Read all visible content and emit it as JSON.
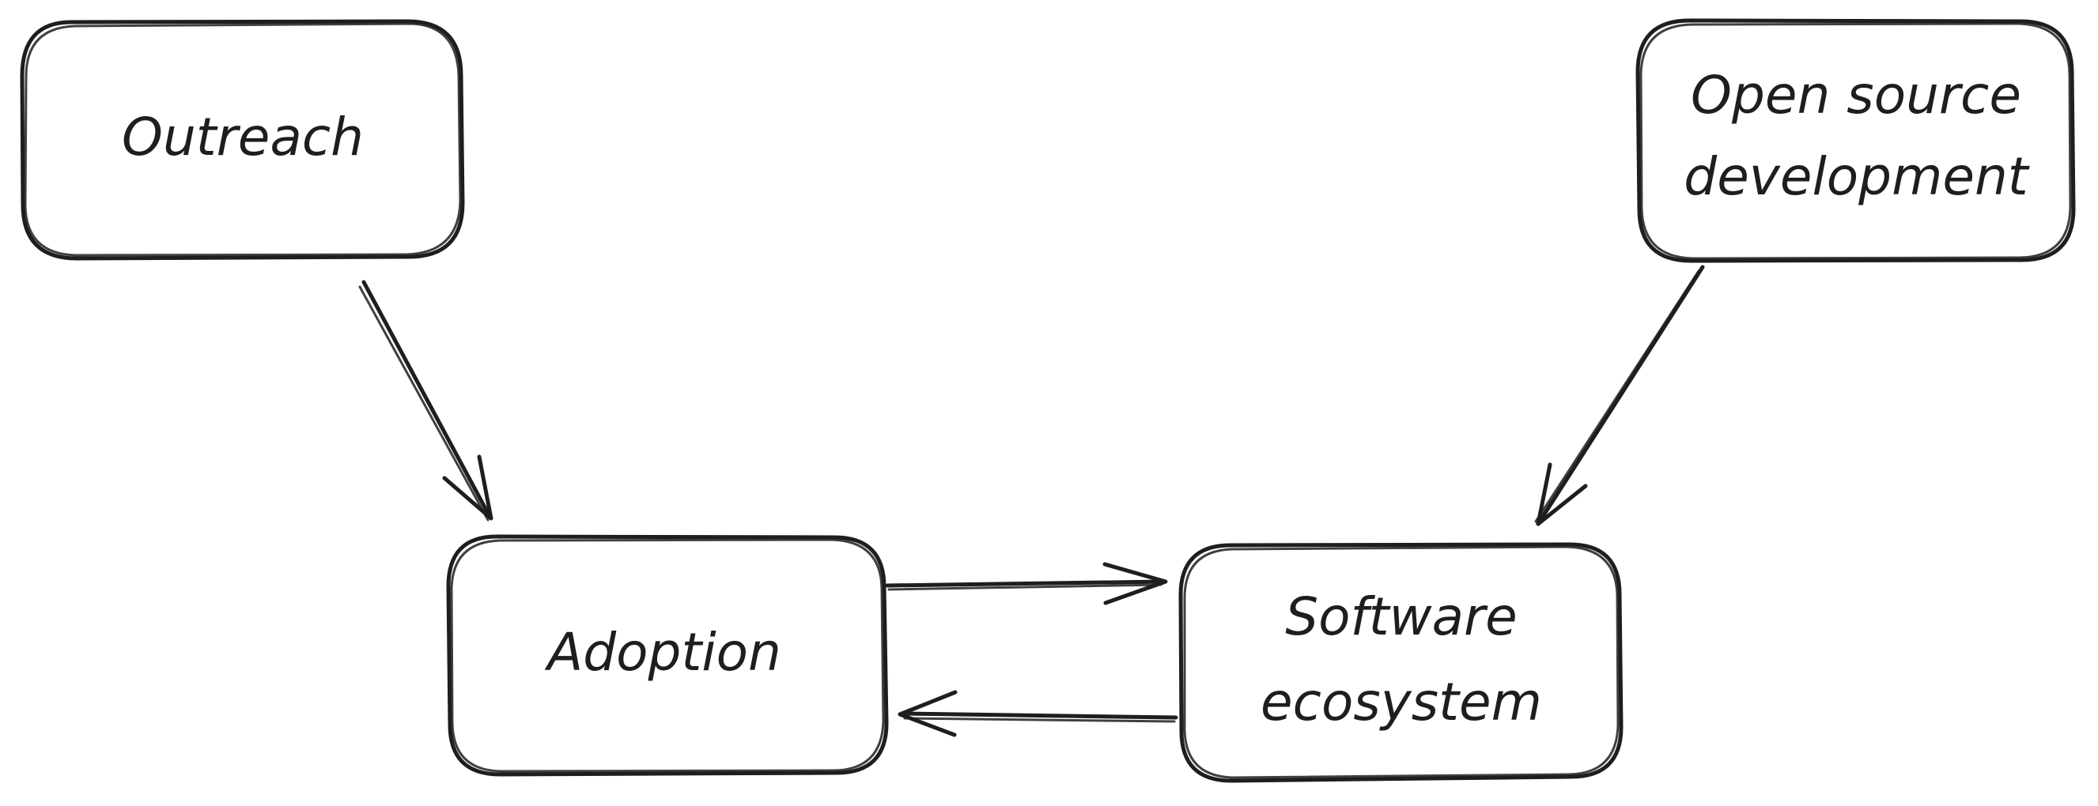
{
  "diagram": {
    "nodes": {
      "outreach": {
        "label": "Outreach"
      },
      "open_source_development": {
        "label_line1": "Open source",
        "label_line2": "development"
      },
      "adoption": {
        "label": "Adoption"
      },
      "software_ecosystem": {
        "label_line1": "Software",
        "label_line2": "ecosystem"
      }
    },
    "edges": [
      {
        "from": "Outreach",
        "to": "Adoption"
      },
      {
        "from": "Open source development",
        "to": "Software ecosystem"
      },
      {
        "from": "Adoption",
        "to": "Software ecosystem"
      },
      {
        "from": "Software ecosystem",
        "to": "Adoption"
      }
    ]
  }
}
